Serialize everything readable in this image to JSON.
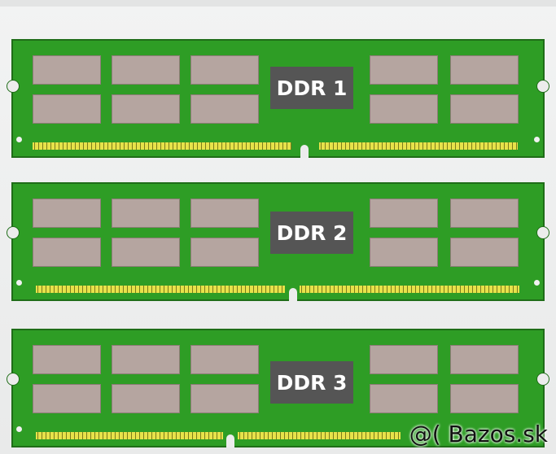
{
  "modules": [
    {
      "label": "DDR 1"
    },
    {
      "label": "DDR 2"
    },
    {
      "label": "DDR 3"
    }
  ],
  "watermark": "@( Bazos.sk"
}
